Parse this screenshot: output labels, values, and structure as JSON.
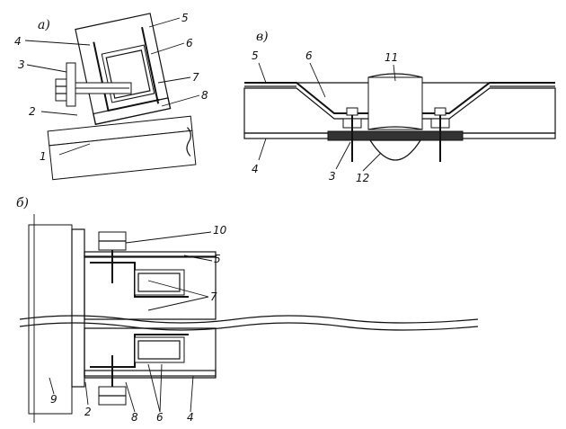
{
  "panels": [
    {
      "id": "a",
      "label": "а)"
    },
    {
      "id": "v",
      "label": "в)"
    },
    {
      "id": "b",
      "label": "б)"
    }
  ],
  "panel_a_labels": [
    "1",
    "2",
    "3",
    "4",
    "5",
    "6",
    "7",
    "8"
  ],
  "panel_v_labels": [
    "5",
    "6",
    "11",
    "4",
    "3",
    "12"
  ],
  "panel_b_labels": [
    "10",
    "5",
    "7",
    "9",
    "2",
    "8",
    "6",
    "4"
  ]
}
